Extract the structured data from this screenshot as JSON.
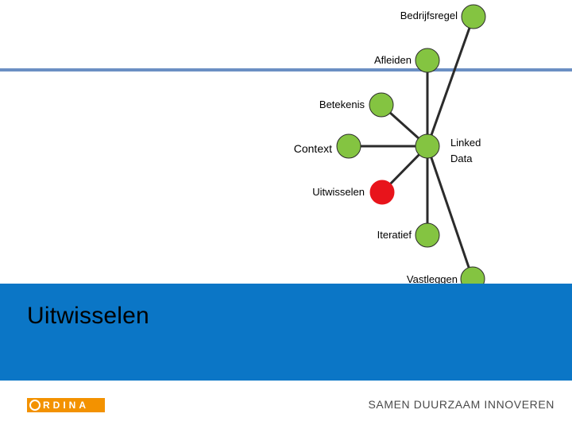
{
  "diagram": {
    "nodes": [
      {
        "id": "bedrijfsregel",
        "label": "Bedrijfsregel",
        "color": "#84c441"
      },
      {
        "id": "afleiden",
        "label": "Afleiden",
        "color": "#84c441"
      },
      {
        "id": "betekenis",
        "label": "Betekenis",
        "color": "#84c441"
      },
      {
        "id": "linked-data",
        "label_line1": "Linked",
        "label_line2": "Data",
        "color": "#84c441"
      },
      {
        "id": "context",
        "label": "Context",
        "color": "#84c441"
      },
      {
        "id": "uitwisselen",
        "label": "Uitwisselen",
        "color": "#e8141b"
      },
      {
        "id": "iteratief",
        "label": "Iteratief",
        "color": "#84c441"
      },
      {
        "id": "vastleggen",
        "label": "Vastleggen",
        "color": "#84c441"
      }
    ]
  },
  "banner": {
    "title": "Uitwisselen",
    "color": "#0b76c6"
  },
  "footer": {
    "logo_text": "RDINA",
    "logo_color": "#f39200",
    "slogan": "SAMEN DUURZAAM INNOVEREN"
  }
}
